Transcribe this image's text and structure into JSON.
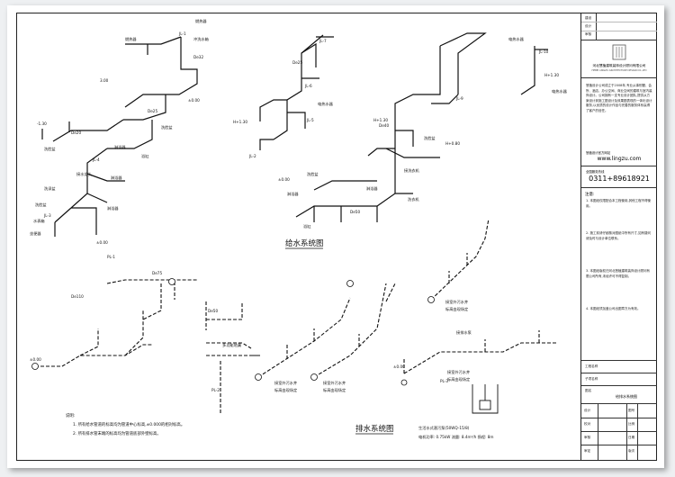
{
  "supply_section": {
    "title": "给水系统图",
    "labels": {
      "jl1": "JL-1",
      "jl2": "JL-2",
      "jl3": "JL-3",
      "jl4": "JL-4",
      "jl5": "JL-5",
      "jl6": "JL-6",
      "jl7": "JL-7",
      "jl9": "JL-9",
      "jl10": "JL-10",
      "heater1": "燃热器",
      "heater2": "燃热器",
      "heater3": "电热水器",
      "heater4": "电热水器",
      "sink": "洗涤盆",
      "basin1": "洗脸盆",
      "basin2": "洗脸盆",
      "basin3": "洗脸盆",
      "basin4": "洗脸盆",
      "basin5": "洗脸盆",
      "tub1": "浴缸",
      "tub2": "浴缸",
      "shower1": "淋浴器",
      "shower2": "淋浴器",
      "shower3": "淋浴器",
      "shower4": "淋浴器",
      "shower5": "淋浴器",
      "toilet": "坐便器",
      "washer": "洗衣机",
      "hose": "接水龙头",
      "flush": "冲洗水箱",
      "hose2": "接洗衣机",
      "meter": "水表箱",
      "lvl_a": "±0.00",
      "lvl_b": "±0.00",
      "lvl_c": "-1.30",
      "lvl_d": "H+1.30",
      "lvl_e": "H+1.30",
      "lvl_f": "H+1.30",
      "lvl_g": "H+0.80",
      "lvl_h": "3.00",
      "lvl_i": "±0.00",
      "pipe_de25": "De25",
      "pipe_de20": "De20",
      "pipe_de32": "De32",
      "pipe_de40": "De40",
      "pipe_de50": "De50"
    }
  },
  "drain_section": {
    "title": "排水系统图",
    "labels": {
      "pl1": "PL-1",
      "pl2": "PL-2",
      "pl3": "PL-3",
      "de110": "De110",
      "de75": "De75",
      "de50": "De50",
      "multi": "多功能地漏",
      "outlet1": "接室外污水井",
      "outlet1b": "标高由现场定",
      "outlet2": "接室外污水井",
      "outlet2b": "标高由现场定",
      "outlet3": "接室外污水井",
      "outlet3b": "标高由现场定",
      "outlet4": "接室外污水井",
      "outlet4b": "标高由现场定",
      "pump_lbl": "接排水泵",
      "pump_note1": "生活水式潜污泵(50WQ-15/8)",
      "pump_note2": "电机功率: 0.75kW    流量: 8.4m³/h    扬程: 8m",
      "lvl_pl": "±0.00",
      "lvl_p2": "±0.00"
    }
  },
  "notes": {
    "heading": "说明:",
    "items": [
      "1. 所有给水管道的标高均为管道中心标高,±0.000的相对标高。",
      "2. 所有排水管末端的标高均为管道底部外壁标高。"
    ]
  },
  "title_block": {
    "small_rows": [
      "建设",
      "设计",
      "审核"
    ],
    "company": "河北慧植建筑装饰设计顾问有限公司",
    "company_en": "HEBEI LINGZU ARCHITECTURE DESIGN CO.,LTD",
    "intro": "慧植设计公司成立于2008年,专业从事别墅、会所、酒店、办公空间、商业空间的建筑与室内装饰设计。公司拥有一支专业设计团队,提供从方案设计到施工图设计及效果图表现的一体化设计服务,以优质的设计作品与完善的服务体系赢得了客户的信任。",
    "web_label": "慧植设计官方网站",
    "web": "www.lingzu.com",
    "tel_label": "全国服务热线",
    "tel": "0311+89618921",
    "note_head": "注意:",
    "notes": [
      "1. 本图纸仅限配合本工程使用,其他工程不得使用。",
      "2. 施工前请仔细核对图纸中所有尺寸,如有疑问请及时与设计单位联系。",
      "3. 本图纸版权归河北慧植建筑装饰设计顾问有限公司所有,未经许可不得复制。",
      "4. 本图纸须加盖公司出图章方为有效。"
    ],
    "fields": [
      "工程名称",
      "子项名称",
      "图名"
    ],
    "grid_rows": [
      [
        "设计",
        "",
        "图号"
      ],
      [
        "校对",
        "",
        "比例"
      ],
      [
        "审核",
        "",
        "日期"
      ],
      [
        "审定",
        "",
        "版次"
      ]
    ],
    "sheet_title": "给排水系统图"
  }
}
